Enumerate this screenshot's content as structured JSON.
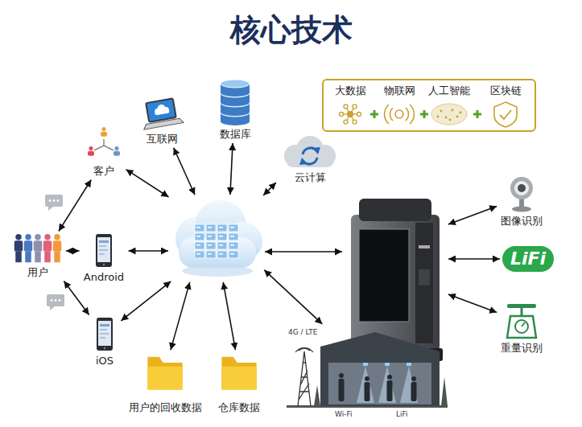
{
  "diagram": {
    "title": "核心技术",
    "nodes": [
      {
        "text": [
          "大数据",
          "物联网",
          "人工智能",
          "区块链"
        ]
      },
      {
        "text": [
          "互联网"
        ]
      },
      {
        "text": [
          "数据库"
        ]
      },
      {
        "text": [
          "云计算"
        ]
      },
      {
        "text": [
          "客户"
        ]
      },
      {
        "text": [
          "用户"
        ]
      },
      {
        "text": [
          "Android"
        ]
      },
      {
        "text": []
      },
      {
        "text": []
      },
      {
        "text": [
          "图像识别"
        ]
      },
      {
        "text": [
          "LiFi"
        ]
      },
      {
        "text": [
          "iOS"
        ]
      },
      {
        "text": [
          "重量识别"
        ]
      },
      {
        "text": [
          "用户的回收数据"
        ]
      },
      {
        "text": [
          "仓库数据"
        ]
      },
      {
        "text": [
          "4G / LTE",
          "Wi-Fi",
          "LiFi"
        ]
      }
    ],
    "edges": [
      {
        "from": 4,
        "to": 7,
        "arrow": "both"
      },
      {
        "from": 1,
        "to": 7,
        "arrow": "both"
      },
      {
        "from": 2,
        "to": 7,
        "arrow": "both"
      },
      {
        "from": 3,
        "to": 7,
        "arrow": "both"
      },
      {
        "from": 5,
        "to": 4,
        "arrow": "both"
      },
      {
        "from": 5,
        "to": 6,
        "arrow": "both"
      },
      {
        "from": 5,
        "to": 11,
        "arrow": "both"
      },
      {
        "from": 6,
        "to": 7,
        "arrow": "both"
      },
      {
        "from": 11,
        "to": 7,
        "arrow": "both"
      },
      {
        "from": 13,
        "to": 7,
        "arrow": "both"
      },
      {
        "from": 14,
        "to": 7,
        "arrow": "both"
      },
      {
        "from": 15,
        "to": 7,
        "arrow": "both"
      },
      {
        "from": 7,
        "to": 8,
        "arrow": "both"
      },
      {
        "from": 8,
        "to": 9,
        "arrow": "both"
      },
      {
        "from": 8,
        "to": 10,
        "arrow": "both"
      },
      {
        "from": 8,
        "to": 12,
        "arrow": "both"
      }
    ]
  }
}
